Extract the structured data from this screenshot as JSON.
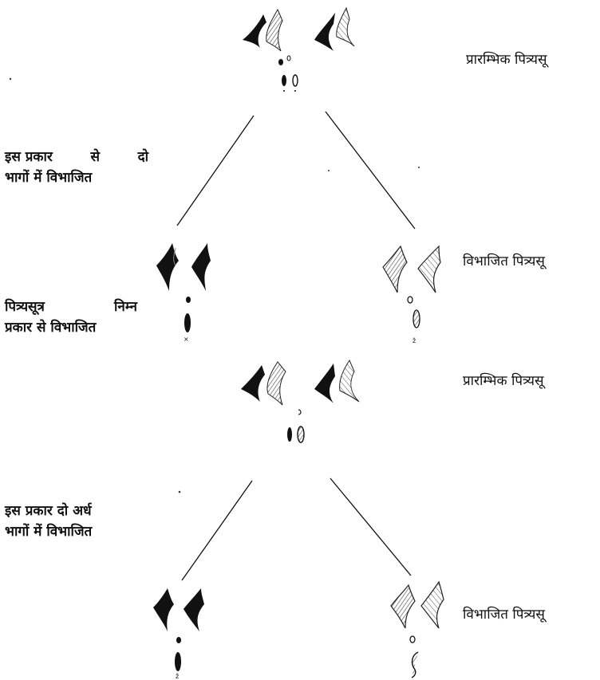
{
  "labels": {
    "top_right": "प्रारम्भिक पित्र्यसू",
    "left_1_line1": [
      "इस प्रकार",
      "से",
      "दो"
    ],
    "left_1_line2": "भागों में विभाजित",
    "mid_right": "विभाजित पित्र्यसू",
    "left_2_line1": [
      "पित्र्यसूत्र",
      "निम्न"
    ],
    "left_2_line2": "प्रकार से विभाजित",
    "center_right": "प्रारम्भिक पित्र्यसू",
    "left_3_line1": "इस प्रकार दो अर्ध",
    "left_3_line2": "भागों में विभाजित",
    "bottom_right": "विभाजित पित्र्यसू"
  },
  "colors": {
    "ink": "#111111",
    "hatch": "#444444"
  },
  "icons": {
    "chromosome_pair": "chromosome-pair-icon",
    "centromere_dots": "centromere-dots-icon"
  }
}
